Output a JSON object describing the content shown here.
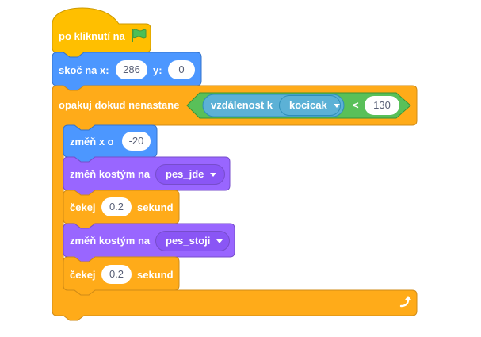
{
  "colors": {
    "events": "#ffbf00",
    "motion": "#4c97ff",
    "control": "#ffab19",
    "looks": "#9966ff",
    "operators": "#59c059",
    "sensing": "#5cb1d6",
    "flag": "#4cbf56"
  },
  "script": {
    "hat": {
      "label": "po kliknutí na",
      "icon": "green-flag-icon"
    },
    "goto": {
      "label": "skoč na x:",
      "x": "286",
      "y_label": "y:",
      "y": "0"
    },
    "repeat_until": {
      "label": "opakuj dokud nenastane",
      "condition": {
        "distance_label": "vzdálenost k",
        "target": "kocicak",
        "operator": "<",
        "value": "130"
      },
      "loop_icon": "loop-arrow-icon"
    },
    "change_x": {
      "label": "změň x o",
      "value": "-20"
    },
    "costume1": {
      "label": "změň kostým na",
      "value": "pes_jde"
    },
    "wait1": {
      "label": "čekej",
      "value": "0.2",
      "unit": "sekund"
    },
    "costume2": {
      "label": "změň kostým na",
      "value": "pes_stoji"
    },
    "wait2": {
      "label": "čekej",
      "value": "0.2",
      "unit": "sekund"
    }
  }
}
